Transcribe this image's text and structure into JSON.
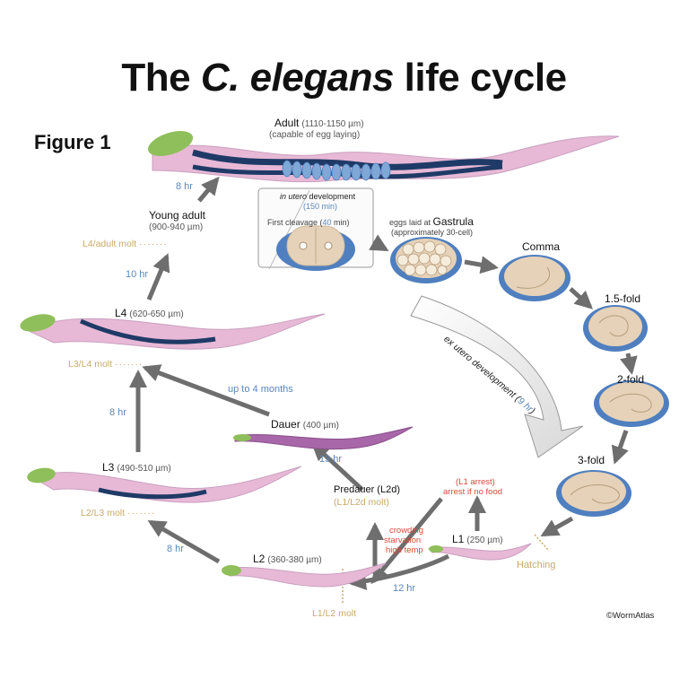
{
  "title_pre": "The ",
  "title_italic": "C. elegans",
  "title_post": " life cycle",
  "figure_label": "Figure 1",
  "adult": {
    "name": "Adult",
    "size": "(1110-1150 µm)",
    "note": "(capable of egg laying)"
  },
  "in_utero": {
    "title_italic": "in utero",
    "title_rest": " development",
    "duration": "(150 min)",
    "cleavage_label": "First cleavage (",
    "cleavage_time": "40",
    "cleavage_unit": " min)"
  },
  "eggs_laid": {
    "prefix": "eggs laid at ",
    "stage": "Gastrula",
    "note": "(approximately 30-cell)"
  },
  "embryo_stages": [
    "Comma",
    "1.5-fold",
    "2-fold",
    "3-fold"
  ],
  "ex_utero": {
    "text": "ex utero development (",
    "time": "9 hr",
    "close": ")"
  },
  "young_adult": {
    "name": "Young adult",
    "size": "(900-940 µm)"
  },
  "molts": {
    "l4_adult": "L4/adult molt",
    "l3_l4": "L3/L4 molt",
    "l2_l3": "L2/L3 molt",
    "l1_l2": "L1/L2 molt",
    "l1_l2d": "(L1/L2d molt)"
  },
  "larvae": {
    "l4": {
      "name": "L4",
      "size": "(620-650 µm)"
    },
    "l3": {
      "name": "L3",
      "size": "(490-510 µm)"
    },
    "l2": {
      "name": "L2",
      "size": "(360-380 µm)"
    },
    "l1": {
      "name": "L1",
      "size": "(250 µm)"
    },
    "dauer": {
      "name": "Dauer",
      "size": "(400 µm)"
    },
    "predauer": {
      "name": "Predauer (L2d)"
    }
  },
  "times": {
    "ya_adult": "8 hr",
    "l4_ya": "10 hr",
    "l3_l4": "8 hr",
    "l2_l3": "8 hr",
    "l1_l2": "12 hr",
    "predauer_dauer": "13 hr",
    "dauer_l4": "up to 4 months"
  },
  "conditions": {
    "line1": "crowding",
    "line2": "starvation",
    "line3": "high temp"
  },
  "l1_arrest": {
    "line1": "(L1 arrest)",
    "line2": "arrest if no food"
  },
  "hatching": "Hatching",
  "credit": "©WormAtlas",
  "colors": {
    "time_blue": "#5b86b8",
    "molt_tan": "#c9a96a",
    "alert_red": "#d9483b",
    "worm_pink": "#e8b9d6",
    "gut_navy": "#1f3a66",
    "head_green": "#8fbf5a",
    "egg_beige": "#e6d2b8",
    "egg_border": "#4f7fbf",
    "arrow_grey": "#6e6e6e"
  }
}
